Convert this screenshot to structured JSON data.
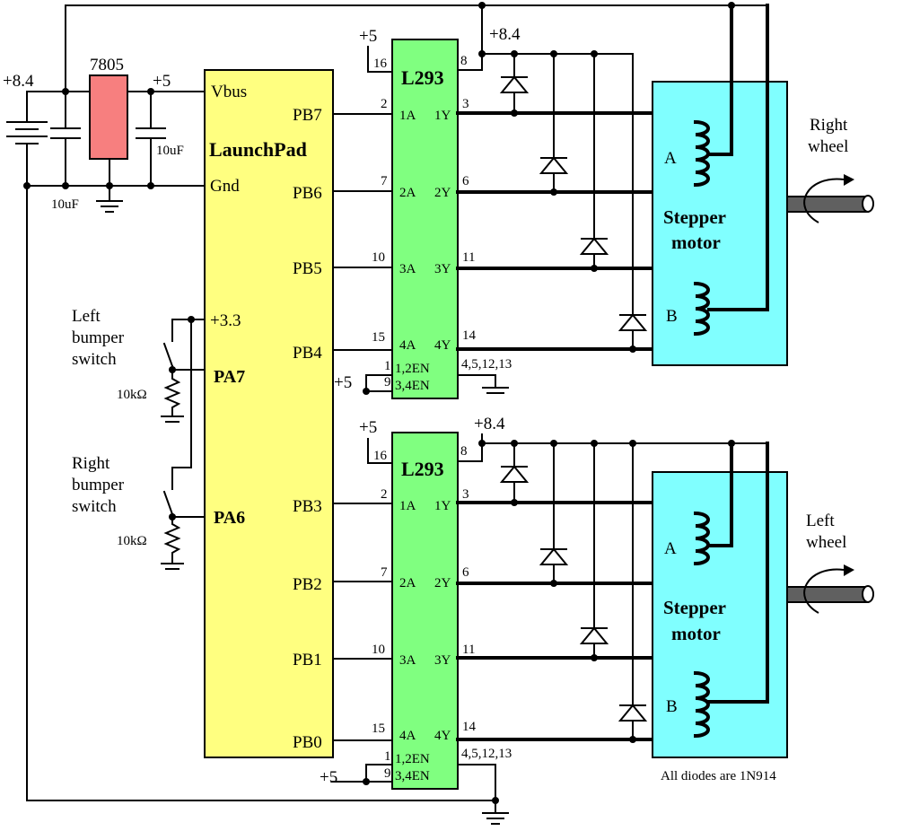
{
  "supply": {
    "v84": "+8.4",
    "v5": "+5",
    "v33": "+3.3"
  },
  "regulator": {
    "name": "7805",
    "color": "#f77f7f"
  },
  "capacitors": {
    "c_in": "10uF",
    "c_out": "10uF"
  },
  "launchpad": {
    "title": "LaunchPad",
    "color": "#ffff80",
    "vbus": "Vbus",
    "gnd": "Gnd",
    "pins": [
      "PB7",
      "PB6",
      "PB5",
      "PB4",
      "PB3",
      "PB2",
      "PB1",
      "PB0"
    ],
    "pa7": "PA7",
    "pa6": "PA6"
  },
  "switches": {
    "left": [
      "Left",
      "bumper",
      "switch"
    ],
    "right": [
      "Right",
      "bumper",
      "switch"
    ],
    "resistor": "10kΩ"
  },
  "driver": {
    "name": "L293",
    "color": "#80ff80",
    "vcc_pin": "16",
    "vs_pin": "8",
    "in_pins": [
      "2",
      "7",
      "10",
      "15"
    ],
    "in_names": [
      "1A",
      "2A",
      "3A",
      "4A"
    ],
    "out_names": [
      "1Y",
      "2Y",
      "3Y",
      "4Y"
    ],
    "out_pins": [
      "3",
      "6",
      "11",
      "14"
    ],
    "en_pins": [
      "1",
      "9"
    ],
    "en_names": [
      "1,2EN",
      "3,4EN"
    ],
    "gnd_pins": "4,5,12,13"
  },
  "motors": [
    {
      "title": [
        "Stepper",
        "motor"
      ],
      "coil_a": "A",
      "coil_b": "B",
      "wheel": [
        "Right",
        "wheel"
      ]
    },
    {
      "title": [
        "Stepper",
        "motor"
      ],
      "coil_a": "A",
      "coil_b": "B",
      "wheel": [
        "Left",
        "wheel"
      ]
    }
  ],
  "motor_color": "#80ffff",
  "note": "All diodes are 1N914"
}
